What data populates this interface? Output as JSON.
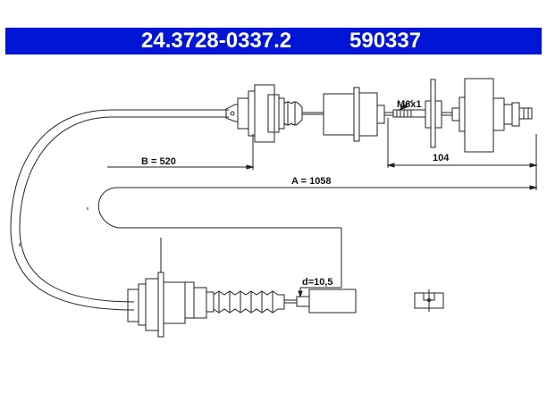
{
  "header": {
    "part_number": "24.3728-0337.2",
    "ref_number": "590337",
    "banner_color": "#0015d6"
  },
  "dimensions": {
    "b_label": "B = 520",
    "a_label": "A = 1058",
    "thread_label": "M6x1",
    "length_104": "104",
    "diameter_label": "d=10,5"
  }
}
